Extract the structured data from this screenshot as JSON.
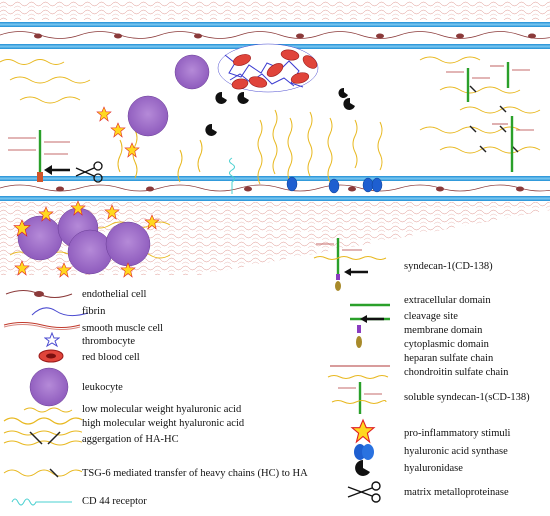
{
  "legend_left": {
    "endothelial_cell": "endothelial cell",
    "fibrin": "fibrin",
    "smooth_muscle_cell": "smooth muscle cell",
    "thrombocyte": "thrombocyte",
    "red_blood_cell": "red blood cell",
    "leukocyte": "leukocyte",
    "lmw_ha": "low molecular weight hyaluronic acid",
    "hmw_ha": "high molecular weight hyaluronic acid",
    "ha_hc": "aggergation of HA-HC",
    "tsg6": "TSG-6 mediated transfer of heavy chains (HC) to HA",
    "cd44": "CD 44 receptor"
  },
  "legend_right": {
    "syndecan": "syndecan-1(CD-138)",
    "extracellular": "extracellular domain",
    "cleavage": "cleavage site",
    "membrane": "membrane domain",
    "cytoplasmic": "cytoplasmic domain",
    "heparan": "heparan sulfate chain",
    "chondroitin": "chondroitin sulfate chain",
    "soluble": "soluble syndecan-1(sCD-138)",
    "stimuli": "pro-inflammatory stimuli",
    "synthase": "hyaluronic acid synthase",
    "hyaluronidase": "hyaluronidase",
    "mmp": "matrix metalloproteinase"
  },
  "colors": {
    "membrane_blue": "#2a9fe0",
    "endothelial_brown": "#8b3a3a",
    "leukocyte_purple": "#9a67c4",
    "rbc_red": "#e0443a",
    "ha_yellow": "#e8b820",
    "syndecan_green": "#2aa02a",
    "star_yellow": "#ffd820",
    "star_red": "#e02020"
  }
}
